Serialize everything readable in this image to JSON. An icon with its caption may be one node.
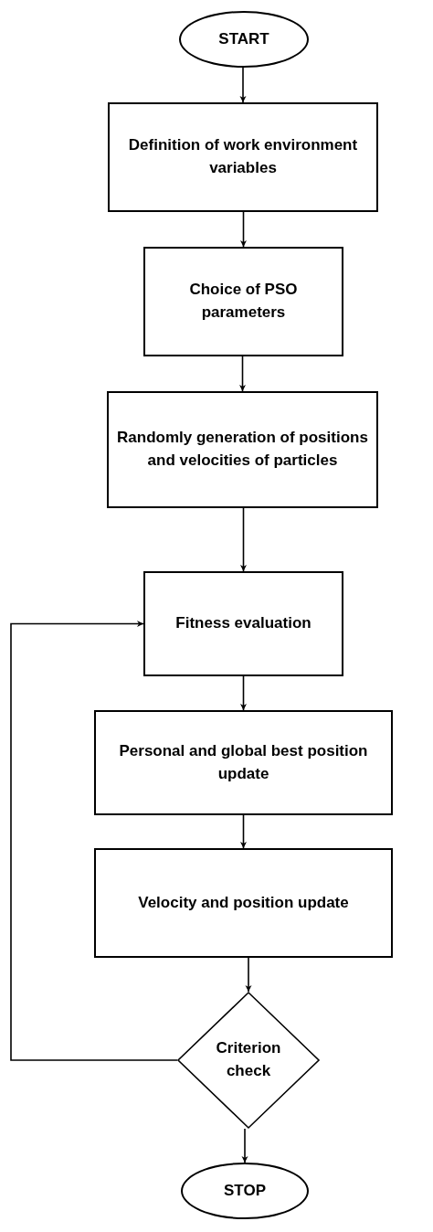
{
  "diagram": {
    "nodes": [
      {
        "text": [
          "START"
        ]
      },
      {
        "text": [
          "Definition of work environment variables"
        ]
      },
      {
        "text": [
          "Choice of PSO parameters"
        ]
      },
      {
        "text": [
          "Randomly generation of positions and velocities of particles"
        ]
      },
      {
        "text": [
          "Fitness evaluation"
        ]
      },
      {
        "text": [
          "Personal and global best position update"
        ]
      },
      {
        "text": [
          "Velocity and position update"
        ]
      },
      {
        "text": [
          "Criterion check"
        ]
      },
      {
        "text": [
          "STOP"
        ]
      }
    ],
    "edges": [
      {
        "from": 0,
        "to": 1,
        "arrow": "to"
      },
      {
        "from": 1,
        "to": 2,
        "arrow": "to"
      },
      {
        "from": 2,
        "to": 3,
        "arrow": "to"
      },
      {
        "from": 3,
        "to": 4,
        "arrow": "to"
      },
      {
        "from": 4,
        "to": 5,
        "arrow": "to"
      },
      {
        "from": 5,
        "to": 6,
        "arrow": "to"
      },
      {
        "from": 6,
        "to": 7,
        "arrow": "to"
      },
      {
        "from": 7,
        "to": 4,
        "arrow": "to"
      },
      {
        "from": 7,
        "to": 8,
        "arrow": "to"
      }
    ]
  }
}
